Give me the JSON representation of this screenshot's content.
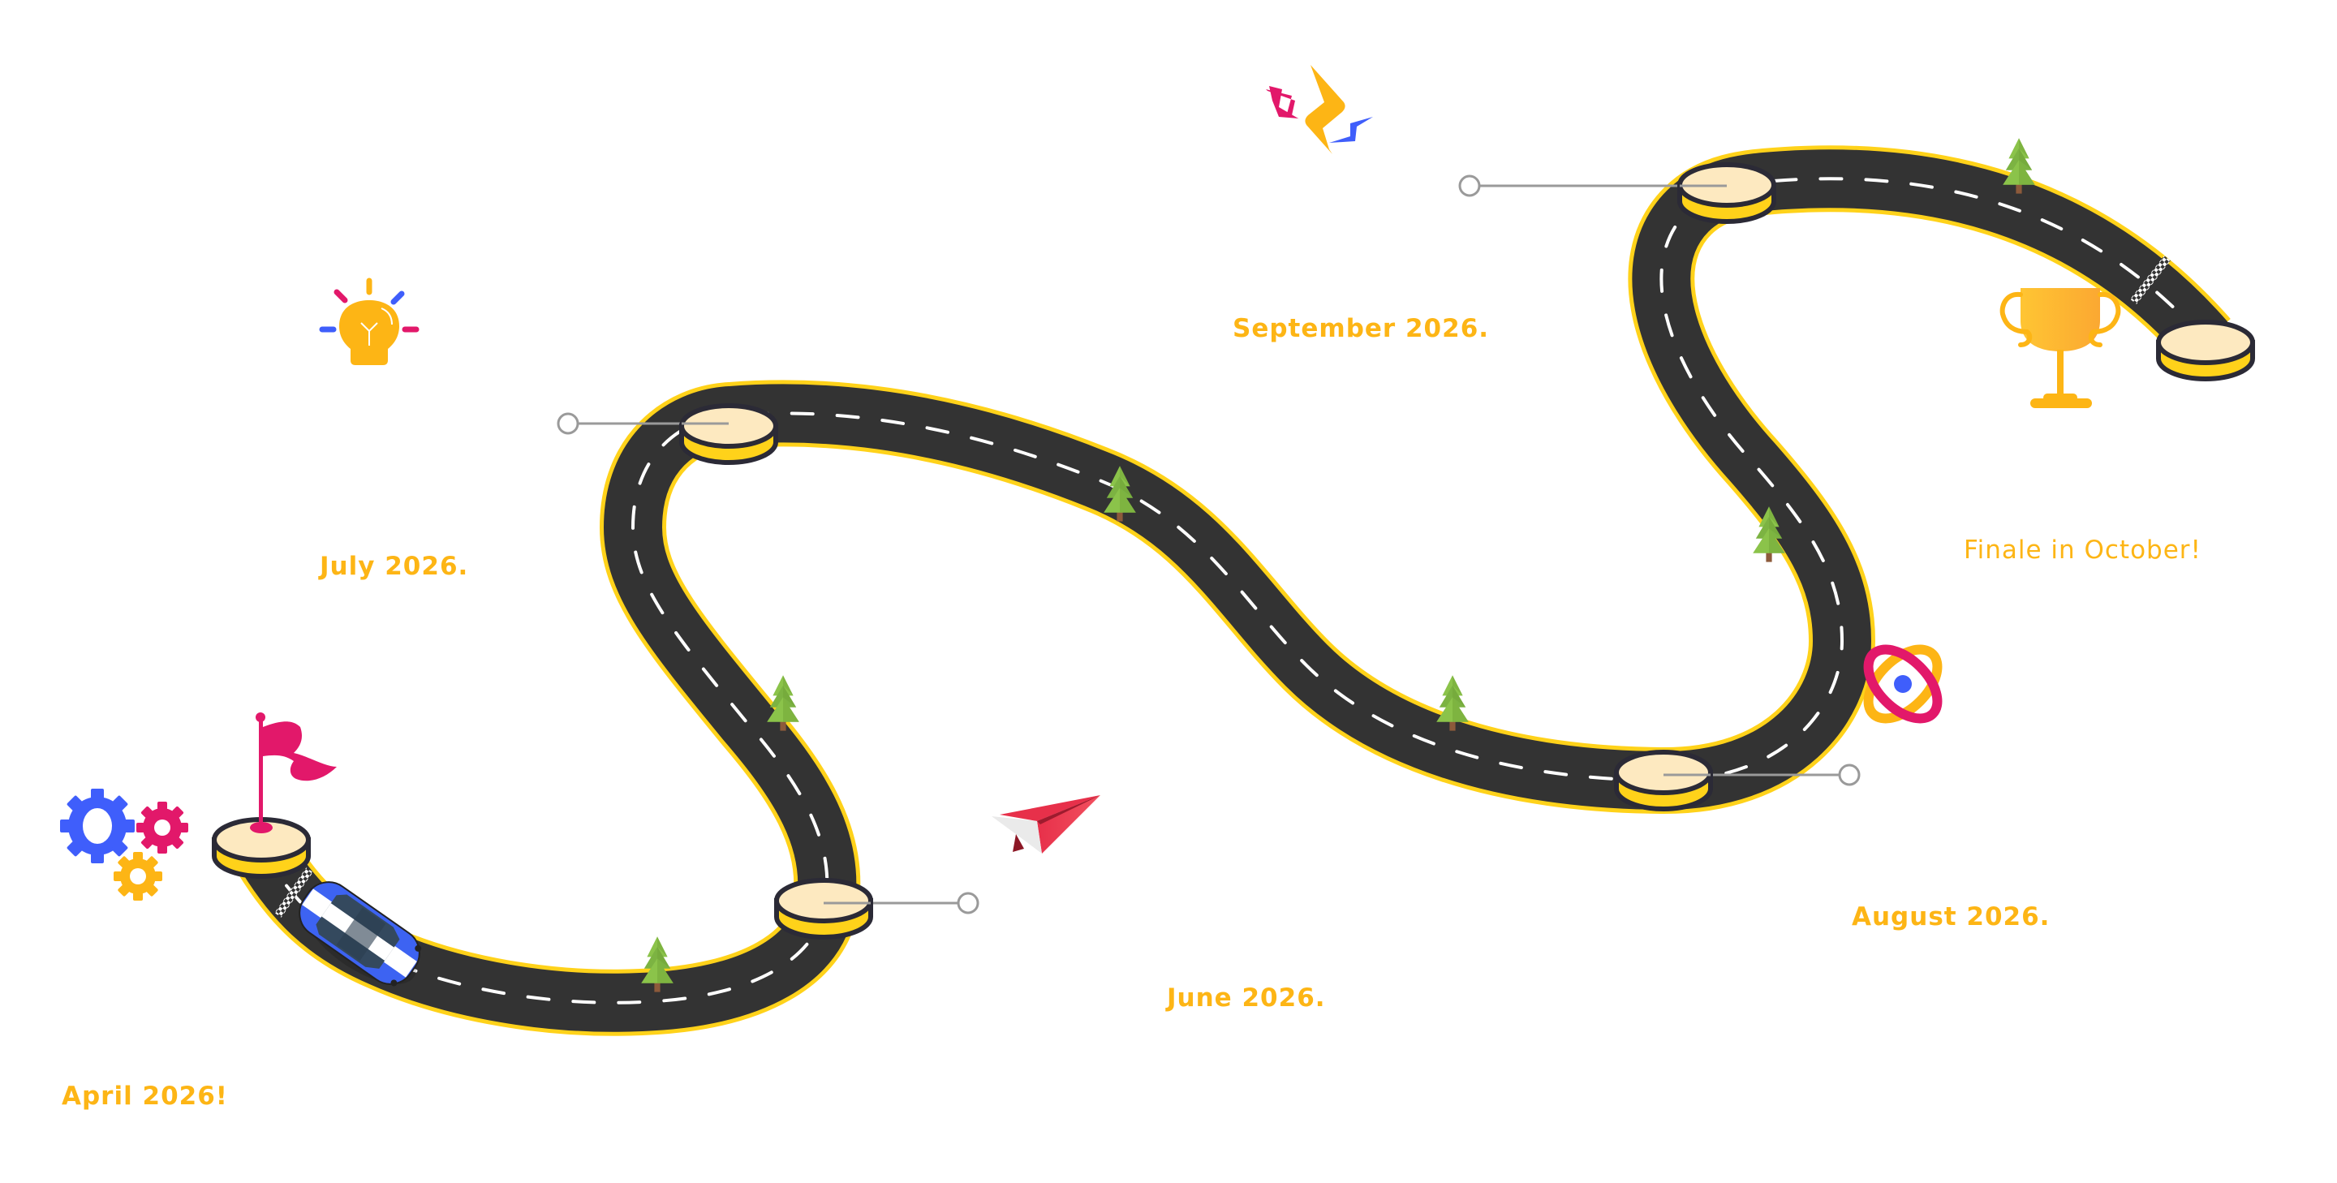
{
  "title": "Roadmap 2026",
  "colors": {
    "label": "#FDB515",
    "road": "#333333",
    "road_edge": "#FFD21A",
    "pad_top": "#FDE9C0",
    "pad_side": "#FFD21A",
    "pad_outline": "#2B2A36",
    "connector": "#9A9A9A",
    "accent_pink": "#E2186A",
    "accent_blue": "#3F5EFB",
    "accent_yellow": "#FDB515",
    "plane_red": "#EC3A4E",
    "tree_green": "#8BC34A",
    "car_blue": "#3D63F2"
  },
  "milestones": [
    {
      "id": "april",
      "label": "April 2026!"
    },
    {
      "id": "june",
      "label": "June 2026."
    },
    {
      "id": "july",
      "label": "July 2026."
    },
    {
      "id": "august",
      "label": "August 2026."
    },
    {
      "id": "september",
      "label": "September 2026."
    },
    {
      "id": "october",
      "label": "Finale in October!"
    }
  ],
  "icons": [
    {
      "name": "gears-icon"
    },
    {
      "name": "flag-icon"
    },
    {
      "name": "race-car-icon"
    },
    {
      "name": "lightbulb-icon"
    },
    {
      "name": "paper-plane-icon"
    },
    {
      "name": "lightning-icon"
    },
    {
      "name": "atom-icon"
    },
    {
      "name": "trophy-icon"
    },
    {
      "name": "tree-icon"
    }
  ]
}
